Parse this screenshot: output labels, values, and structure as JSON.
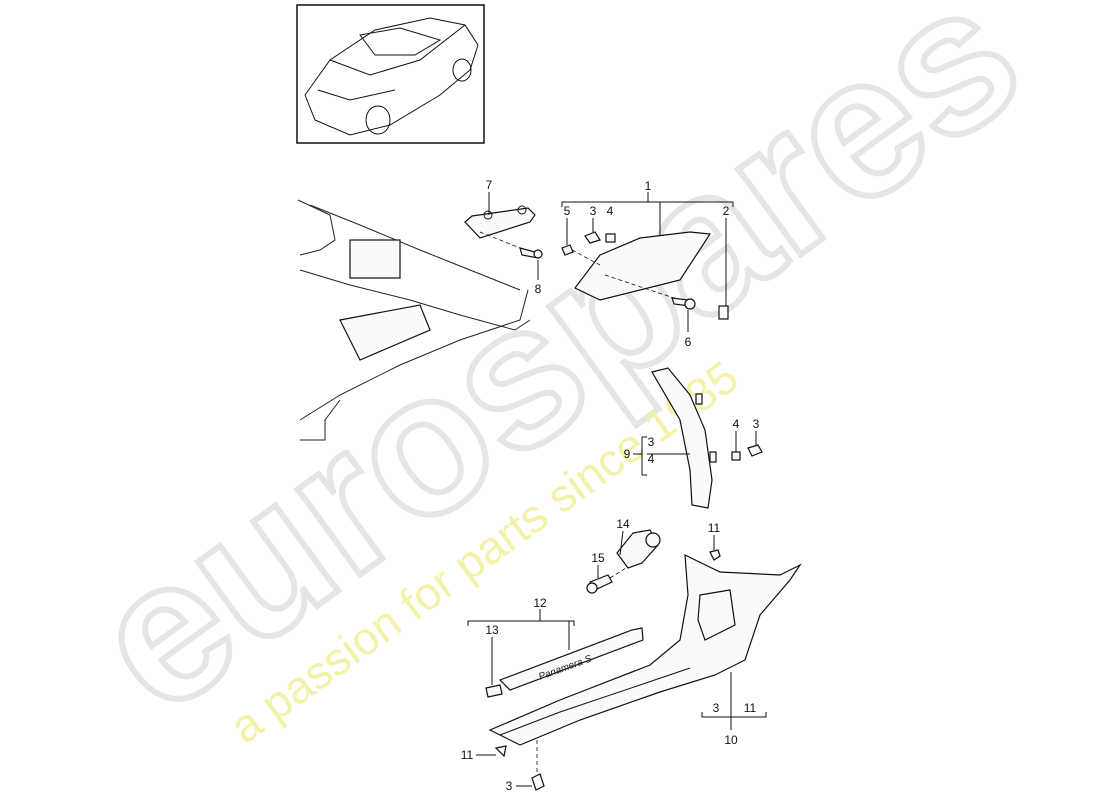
{
  "watermark": {
    "brand": "eurospares",
    "tagline": "a passion for parts since 1985",
    "brand_color": "#d9d9d9",
    "tagline_color": "#f3ef9a"
  },
  "callouts": {
    "c7": "7",
    "c8": "8",
    "c1": "1",
    "c5": "5",
    "c3a": "3",
    "c4a": "4",
    "c2": "2",
    "c6": "6",
    "c9": "9",
    "c9_sub3": "3",
    "c9_sub4": "4",
    "c4b": "4",
    "c3b": "3",
    "c14": "14",
    "c11a": "11",
    "c15": "15",
    "c12": "12",
    "c13": "13",
    "c10_sub3": "3",
    "c10_sub11": "11",
    "c10": "10",
    "c11b": "11",
    "c3c": "3"
  },
  "trim_badge": "Panamera S"
}
